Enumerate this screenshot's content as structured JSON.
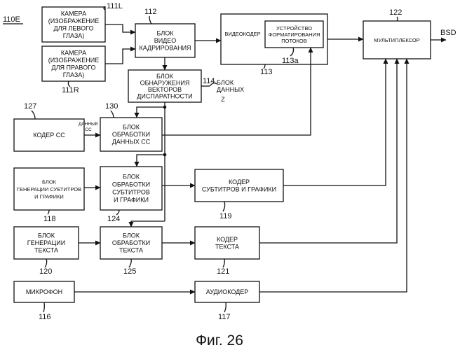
{
  "diagram": {
    "id_label": "110E",
    "caption": "Фиг. 26",
    "output_label": "BSD",
    "label_114_z": "Z",
    "blocks": {
      "cam_left": [
        "КАМЕРА",
        "(ИЗОБРАЖЕНИЕ",
        "ДЛЯ ЛЕВОГО",
        "ГЛАЗА)"
      ],
      "cam_right": [
        "КАМЕРА",
        "(ИЗОБРАЖЕНИЕ",
        "ДЛЯ ПРАВОГО",
        "ГЛАЗА)"
      ],
      "framing": [
        "БЛОК",
        "ВИДЕО",
        "КАДРИРОВАНИЯ"
      ],
      "videocoder": [
        "ВИДЕОКОДЕР"
      ],
      "stream_fmt": [
        "УСТРОЙСТВО",
        "ФОРМАТИРОВАНИЯ",
        "ПОТОКОВ"
      ],
      "mux": [
        "МУЛЬТИПЛЕКСОР"
      ],
      "disparity": [
        "БЛОК",
        "ОБНАРУЖЕНИЯ",
        "ВЕКТОРОВ",
        "ДИСПАРАТНОСТИ"
      ],
      "cc_coder": [
        "КОДЕР СС"
      ],
      "cc_proc": [
        "БЛОК",
        "ОБРАБОТКИ",
        "ДАННЫХ СС"
      ],
      "sub_gen": [
        "БЛОК",
        "ГЕНЕРАЦИИ СУБТИТРОВ",
        "И ГРАФИКИ"
      ],
      "sub_proc": [
        "БЛОК",
        "ОБРАБОТКИ",
        "СУБТИТРОВ",
        "И ГРАФИКИ"
      ],
      "sub_coder": [
        "КОДЕР",
        "СУБТИТРОВ И ГРАФИКИ"
      ],
      "text_gen": [
        "БЛОК",
        "ГЕНЕРАЦИИ",
        "ТЕКСТА"
      ],
      "text_proc": [
        "БЛОК",
        "ОБРАБОТКИ",
        "ТЕКСТА"
      ],
      "text_coder": [
        "КОДЕР",
        "ТЕКСТА"
      ],
      "mic": [
        "МИКРОФОН"
      ],
      "audio": [
        "АУДИОКОДЕР"
      ]
    },
    "annotations": {
      "cc_data": [
        "ДАННЫЕ",
        "СС"
      ],
      "data_block": [
        "БЛОК",
        "ДАННЫХ"
      ]
    },
    "ref_numbers": {
      "cam_left": "111L",
      "cam_right": "111R",
      "framing": "112",
      "videocoder": "113",
      "stream_fmt": "113a",
      "mux": "122",
      "disparity": "114",
      "cc_coder": "127",
      "cc_proc": "130",
      "sub_gen": "118",
      "sub_proc": "124",
      "sub_coder": "119",
      "text_gen": "120",
      "text_proc": "125",
      "text_coder": "121",
      "mic": "116",
      "audio": "117"
    }
  }
}
